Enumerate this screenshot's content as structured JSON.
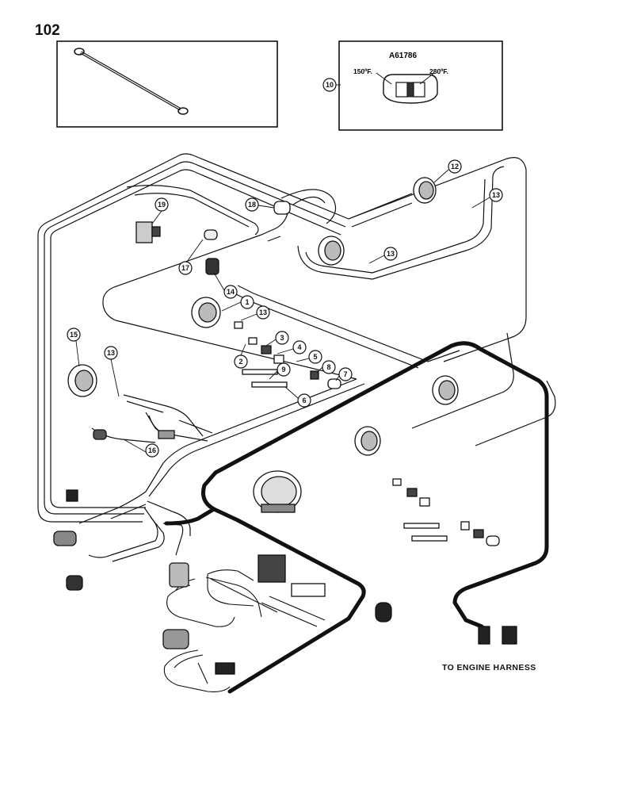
{
  "page_number": "102",
  "inset_gauge": {
    "part_number": "A61786",
    "low_temp": "150ºF.",
    "high_temp": "280ºF.",
    "callout": "10"
  },
  "callouts": [
    {
      "id": "callout-1",
      "label": "1"
    },
    {
      "id": "callout-2",
      "label": "2"
    },
    {
      "id": "callout-3",
      "label": "3"
    },
    {
      "id": "callout-4",
      "label": "4"
    },
    {
      "id": "callout-5",
      "label": "5"
    },
    {
      "id": "callout-6",
      "label": "6"
    },
    {
      "id": "callout-7",
      "label": "7"
    },
    {
      "id": "callout-8",
      "label": "8"
    },
    {
      "id": "callout-9",
      "label": "9"
    },
    {
      "id": "callout-12",
      "label": "12"
    },
    {
      "id": "callout-13a",
      "label": "13"
    },
    {
      "id": "callout-13b",
      "label": "13"
    },
    {
      "id": "callout-13c",
      "label": "13"
    },
    {
      "id": "callout-13d",
      "label": "13"
    },
    {
      "id": "callout-14",
      "label": "14"
    },
    {
      "id": "callout-15",
      "label": "15"
    },
    {
      "id": "callout-16",
      "label": "16"
    },
    {
      "id": "callout-17",
      "label": "17"
    },
    {
      "id": "callout-18",
      "label": "18"
    },
    {
      "id": "callout-19",
      "label": "19"
    }
  ],
  "engine_harness_label": "TO ENGINE HARNESS"
}
